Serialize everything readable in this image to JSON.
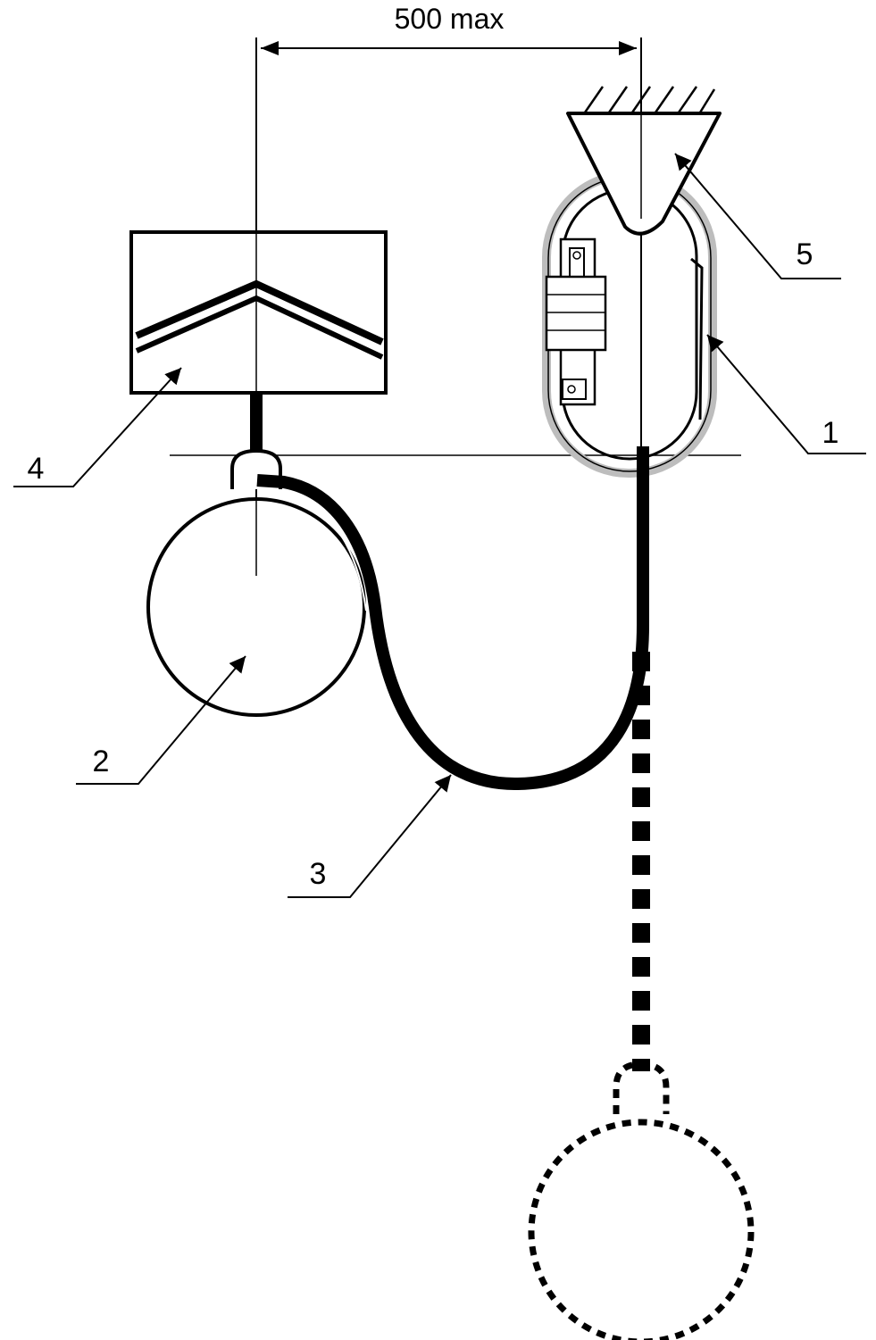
{
  "dimension": {
    "text": "500 max"
  },
  "labels": [
    {
      "id": "1",
      "text": "1"
    },
    {
      "id": "2",
      "text": "2"
    },
    {
      "id": "3",
      "text": "3"
    },
    {
      "id": "4",
      "text": "4"
    },
    {
      "id": "5",
      "text": "5"
    }
  ],
  "colors": {
    "ink": "#000000",
    "carabiner_shade": "#bdbdbd",
    "background": "#ffffff"
  }
}
